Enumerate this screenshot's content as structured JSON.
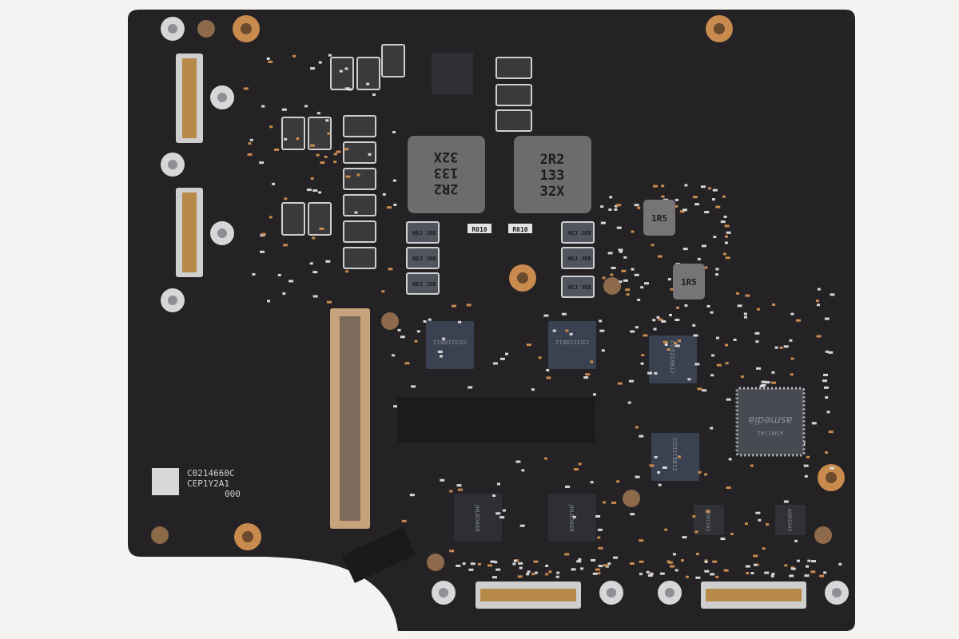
{
  "board": {
    "colors": {
      "background": "#f4f3f1",
      "pcb": "#242225",
      "copper": "#c98a4e",
      "chip": "#3a4150",
      "inductor": "#6b6a6c",
      "connector_gold": "#b88a4a"
    },
    "silkscreen": {
      "line1": "C0214660C",
      "line2": "CEP1Y2A1",
      "line3": "000"
    },
    "inductors_large": [
      {
        "lines": [
          "2R2",
          "133",
          "32X"
        ]
      },
      {
        "lines": [
          "2R2",
          "133",
          "32X"
        ]
      }
    ],
    "inductors_small": [
      {
        "label": "1R5"
      },
      {
        "label": "1R5"
      }
    ],
    "shunt_resistors": [
      {
        "label": "R010"
      },
      {
        "label": "R010"
      }
    ],
    "mosfet_label": "NEJ JEB",
    "thunderbolt_chip_label": "CD3218B12",
    "usb_controller": {
      "brand": "asmedia",
      "part": "ASM1142"
    },
    "intel_chip_label": "JHL8040R",
    "mux_chip_label": "ASM1543"
  }
}
